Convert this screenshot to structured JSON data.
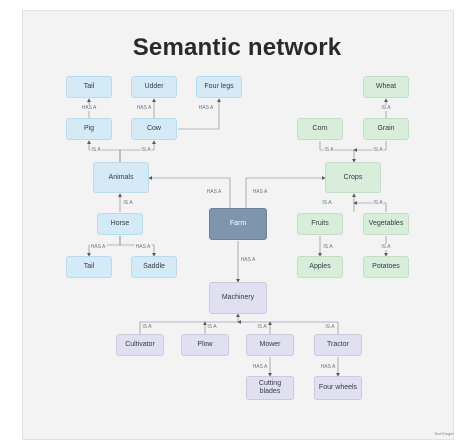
{
  "title": "Semantic network",
  "relations": {
    "is_a": "IS A",
    "has_a": "HAS A"
  },
  "nodes": {
    "tail1": "Tail",
    "udder": "Udder",
    "four_legs": "Four legs",
    "pig": "Pig",
    "cow": "Cow",
    "animals": "Animals",
    "horse": "Horse",
    "tail2": "Tail",
    "saddle": "Saddle",
    "farm": "Farm",
    "wheat": "Wheat",
    "corn": "Corn",
    "grain": "Grain",
    "crops": "Crops",
    "fruits": "Fruits",
    "vegetables": "Vegetables",
    "apples": "Apples",
    "potatoes": "Potatoes",
    "machinery": "Machinery",
    "cultivator": "Cultivator",
    "plow": "Plow",
    "mower": "Mower",
    "tractor": "Tractor",
    "cutting_blades": "Cutting blades",
    "four_wheels": "Four wheels"
  },
  "footer": {
    "credit": "",
    "logo": "TechTarget"
  }
}
